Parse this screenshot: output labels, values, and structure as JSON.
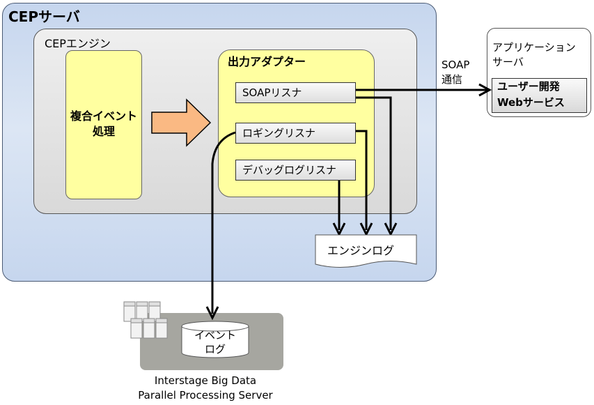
{
  "cep_server": {
    "title": "CEPサーバ"
  },
  "cep_engine": {
    "title": "CEPエンジン"
  },
  "composite_event": {
    "label_line1": "複合イベント",
    "label_line2": "処理"
  },
  "output_adapter": {
    "title": "出力アダプター",
    "listeners": [
      "SOAPリスナ",
      "ロギングリスナ",
      "デバッグログリスナ"
    ]
  },
  "soap_comm": {
    "line1": "SOAP",
    "line2": "通信"
  },
  "app_server": {
    "title_line1": "アプリケーション",
    "title_line2": "サーバ",
    "service_line1": "ユーザー開発",
    "service_line2": "Webサービス"
  },
  "engine_log": {
    "label": "エンジンログ"
  },
  "event_log": {
    "line1": "イベント",
    "line2": "ログ"
  },
  "big_data": {
    "line1": "Interstage Big Data",
    "line2": "Parallel Processing Server"
  },
  "colors": {
    "server_bg": "#c6d6ee",
    "engine_bg": "#d9d9d9",
    "yellow": "#ffffa0",
    "arrow_orange": "#fab983"
  }
}
